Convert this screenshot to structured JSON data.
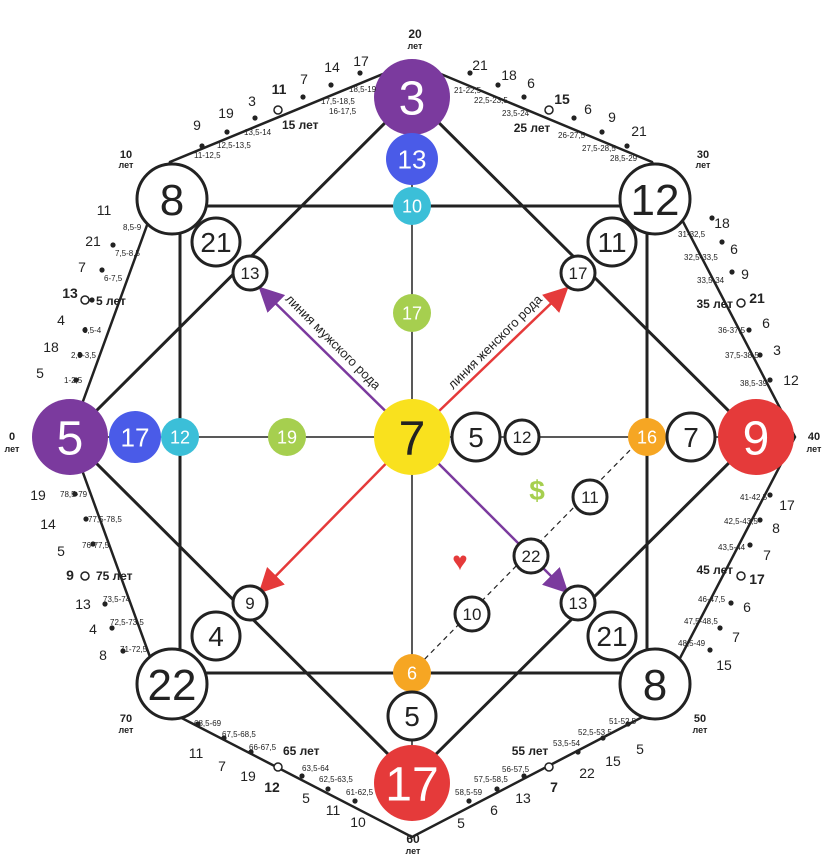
{
  "center": {
    "value": "7",
    "color": "#f9e11e"
  },
  "corners": {
    "top": {
      "value": "3",
      "color": "#7b3a9e"
    },
    "left": {
      "value": "5",
      "color": "#7b3a9e"
    },
    "right": {
      "value": "9",
      "color": "#e53a3a"
    },
    "bottom": {
      "value": "17",
      "color": "#e53a3a"
    },
    "top_left": "8",
    "top_right": "12",
    "bottom_right": "8",
    "bottom_left": "22"
  },
  "inner_circles": {
    "top_13": {
      "value": "13",
      "color": "#4a5be8"
    },
    "top_10": {
      "value": "10",
      "color": "#3bbfd8"
    },
    "top_17": {
      "value": "17",
      "color": "#a6cf4f"
    },
    "left_17": {
      "value": "17",
      "color": "#4a5be8"
    },
    "left_12": {
      "value": "12",
      "color": "#3bbfd8"
    },
    "left_19": {
      "value": "19",
      "color": "#a6cf4f"
    },
    "right_16": {
      "value": "16",
      "color": "#f6a623"
    },
    "bottom_6": {
      "value": "6",
      "color": "#f6a623"
    },
    "tl_21": "21",
    "tl_13": "13",
    "tr_11": "11",
    "tr_17": "17",
    "bl_9": "9",
    "bl_4": "4",
    "br_13": "13",
    "br_21": "21",
    "right_5": "5",
    "right_12": "12",
    "right_7": "7",
    "bottom_5": "5",
    "diag_11": "11",
    "diag_22": "22",
    "diag_10": "10"
  },
  "symbols": {
    "dollar": "$",
    "heart": "♥",
    "dollar_color": "#a6cf4f",
    "heart_color": "#e53a3a"
  },
  "line_labels": {
    "male": "линия мужского рода",
    "female": "линия женского рода"
  },
  "ages": {
    "a0": "0",
    "a10": "10",
    "a20": "20",
    "a30": "30",
    "a40": "40",
    "a50": "50",
    "a60": "60",
    "a70": "70",
    "unit": "лет",
    "y5": "5 лет",
    "y15": "15 лет",
    "y25": "25 лет",
    "y35": "35 лет",
    "y45": "45 лет",
    "y55": "55 лет",
    "y65": "65 лет",
    "y75": "75 лет"
  },
  "ranges": {
    "r1": "1-2,5",
    "r2": "2,5-3,5",
    "r3": "3,5-4",
    "r4": "6-7,5",
    "r5": "7,5-8,5",
    "r6": "8,5-9",
    "r7": "11-12,5",
    "r8": "12,5-13,5",
    "r9": "13,5-14",
    "r10": "16-17,5",
    "r11": "17,5-18,5",
    "r12": "18,5-19",
    "r13": "21-22,5",
    "r14": "22,5-23,5",
    "r15": "23,5-24",
    "r16": "26-27,5",
    "r17": "27,5-28,5",
    "r18": "28,5-29",
    "r19": "31-32,5",
    "r20": "32,5-33,5",
    "r21": "33,5-34",
    "r22": "36-37,5",
    "r23": "37,5-38,5",
    "r24": "38,5-39",
    "r25": "41-42,5",
    "r26": "42,5-43,5",
    "r27": "43,5-44",
    "r28": "46-47,5",
    "r29": "47,5-48,5",
    "r30": "48,5-49",
    "r31": "51-52,5",
    "r32": "52,5-53,5",
    "r33": "53,5-54",
    "r34": "56-57,5",
    "r35": "57,5-58,5",
    "r36": "58,5-59",
    "r37": "61-62,5",
    "r38": "62,5-63,5",
    "r39": "63,5-64",
    "r40": "66-67,5",
    "r41": "67,5-68,5",
    "r42": "68,5-69",
    "r43": "71-72,5",
    "r44": "72,5-73,5",
    "r45": "73,5-74",
    "r46": "76-77,5",
    "r47": "77,5-78,5",
    "r48": "78,5-79"
  },
  "outer_numbers": {
    "n1": "5",
    "n2": "18",
    "n3": "4",
    "n4": "13",
    "n5": "7",
    "n6": "21",
    "n7": "11",
    "n8": "9",
    "n9": "19",
    "n10": "3",
    "n11": "11",
    "n12": "7",
    "n13": "14",
    "n14": "17",
    "n15": "21",
    "n16": "18",
    "n17": "6",
    "n18": "15",
    "n19": "6",
    "n20": "9",
    "n21": "21",
    "n22": "18",
    "n23": "6",
    "n24": "9",
    "n25": "21",
    "n26": "6",
    "n27": "3",
    "n28": "12",
    "n29": "17",
    "n30": "8",
    "n31": "7",
    "n32": "17",
    "n33": "6",
    "n34": "7",
    "n35": "15",
    "n36": "5",
    "n37": "15",
    "n38": "22",
    "n39": "7",
    "n40": "13",
    "n41": "6",
    "n42": "5",
    "n43": "10",
    "n44": "11",
    "n45": "5",
    "n46": "12",
    "n47": "19",
    "n48": "7",
    "n49": "11",
    "n50": "8",
    "n51": "4",
    "n52": "13",
    "n53": "9",
    "n54": "5",
    "n55": "14",
    "n56": "19"
  }
}
